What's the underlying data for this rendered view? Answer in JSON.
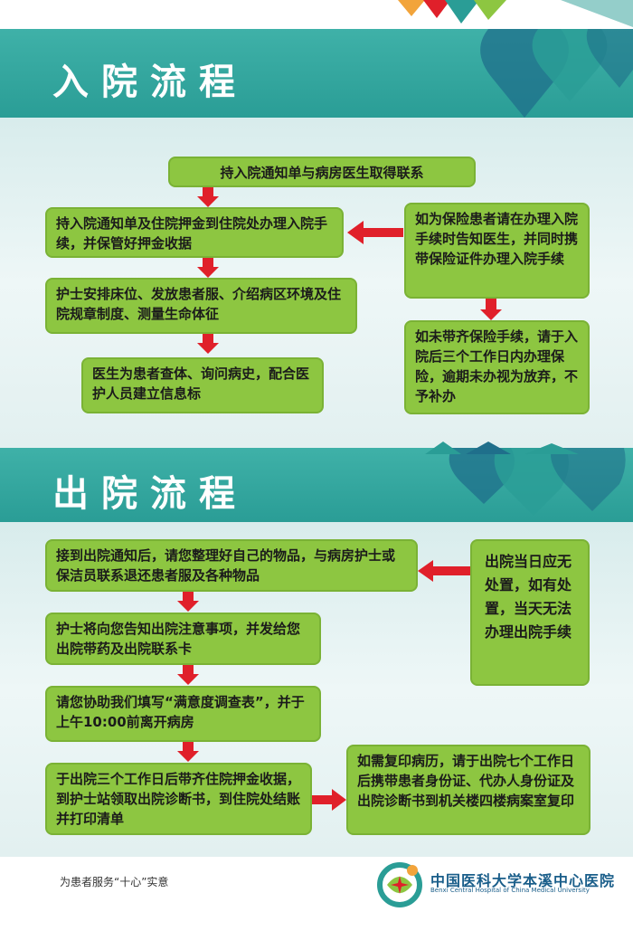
{
  "admission": {
    "title": "入院流程",
    "box1": "持入院通知单与病房医生取得联系",
    "box2": "持入院通知单及住院押金到住院处办理入院手续，并保管好押金收据",
    "box3": "护士安排床位、发放患者服、介绍病区环境及住院规章制度、测量生命体征",
    "box4": "医生为患者查体、询问病史，配合医护人员建立信息标",
    "side1": "如为保险患者请在办理入院手续时告知医生，并同时携带保险证件办理入院手续",
    "side2": "如未带齐保险手续，请于入院后三个工作日内办理保险，逾期未办视为放弃，不予补办"
  },
  "discharge": {
    "title": "出院流程",
    "box1": "接到出院通知后，请您整理好自己的物品，与病房护士或保洁员联系退还患者服及各种物品",
    "box2": "护士将向您告知出院注意事项，并发给您出院带药及出院联系卡",
    "box3": "请您协助我们填写“满意度调查表”，并于上午10:00前离开病房",
    "box4": "于出院三个工作日后带齐住院押金收据，到护士站领取出院诊断书，到住院处结账并打印清单",
    "side1": "出院当日应无处置，如有处置，当天无法办理出院手续",
    "side2": "如需复印病历，请于出院七个工作日后携带患者身份证、代办人身份证及出院诊断书到机关楼四楼病案室复印"
  },
  "footer": {
    "slogan": "为患者服务“十心”实意",
    "hospital_cn": "中国医科大学本溪中心医院",
    "hospital_en": "Benxi Central Hospital of China Medical University"
  },
  "colors": {
    "banner": "#2a9d96",
    "box": "#8dc641",
    "arrow": "#e0202a"
  }
}
